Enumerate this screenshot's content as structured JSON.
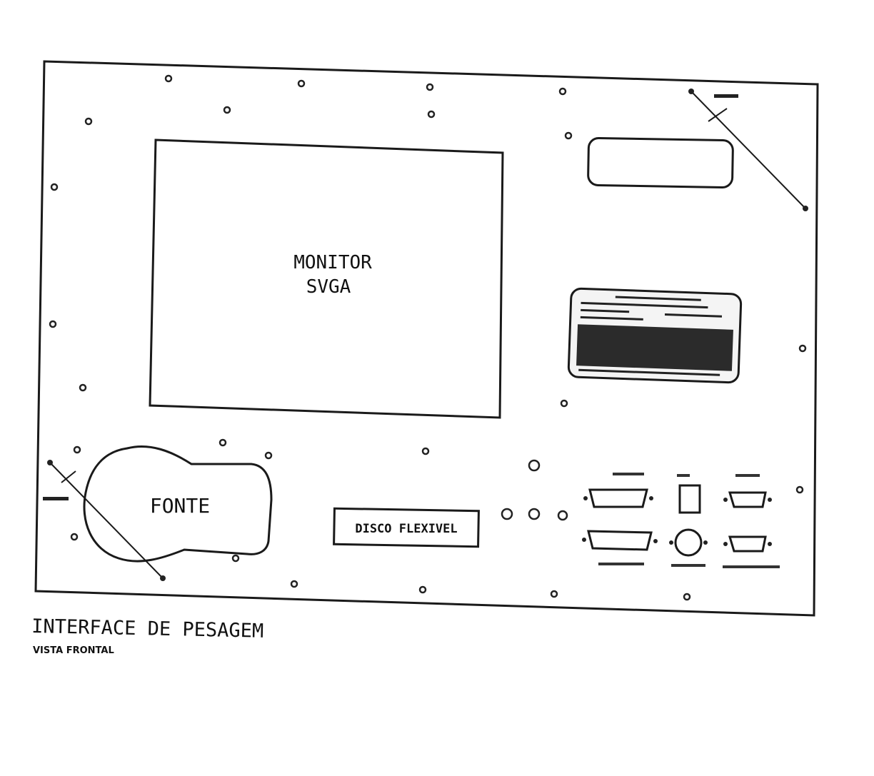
{
  "diagram": {
    "monitor_label_line1": "MONITOR",
    "monitor_label_line2": "SVGA",
    "power_supply_label": "FONTE",
    "floppy_label": "DISCO FLEXIVEL",
    "title": "INTERFACE DE PESAGEM",
    "subtitle": "VISTA FRONTAL"
  },
  "colors": {
    "ink": "#1a1a1a",
    "background": "#ffffff"
  }
}
